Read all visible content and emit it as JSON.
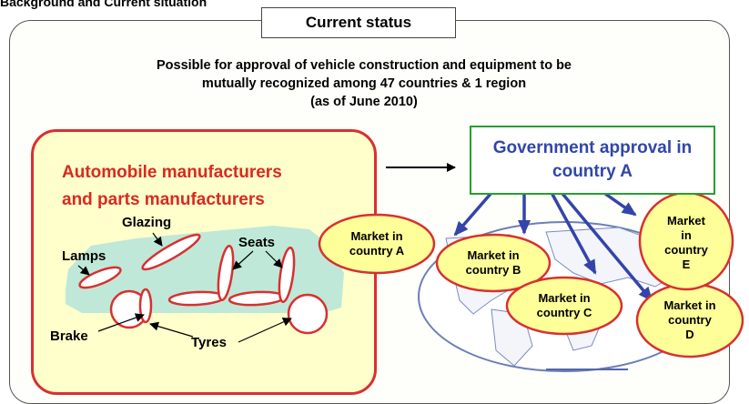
{
  "header_partial": "Background and Current situation",
  "status_tab": "Current status",
  "headline": {
    "line1": "Possible for approval of vehicle construction and equipment to be",
    "line2": "mutually recognized among 47 countries & 1 region",
    "line3": "(as of June 2010)"
  },
  "manufacturers": {
    "line1": "Automobile manufacturers",
    "line2": "and parts manufacturers"
  },
  "parts": {
    "glazing": "Glazing",
    "seats": "Seats",
    "lamps": "Lamps",
    "brake": "Brake",
    "tyres": "Tyres"
  },
  "government": {
    "line1": "Government approval in",
    "line2": "country A"
  },
  "markets": {
    "a": {
      "l1": "Market in",
      "l2": "country A"
    },
    "b": {
      "l1": "Market in",
      "l2": "country B"
    },
    "c": {
      "l1": "Market in",
      "l2": "country C"
    },
    "d": {
      "l1": "Market in",
      "l2": "country",
      "l3": "D"
    },
    "e": {
      "l1": "Market",
      "l2": "in",
      "l3": "country",
      "l4": "E"
    }
  },
  "colors": {
    "frame_fill": "#fefefa",
    "manufacturer_box": "#ffffcc",
    "manufacturer_text": "#d82a20",
    "government_border": "#26a030",
    "government_text": "#3047a8",
    "market_fill": "#ffff99",
    "market_border": "#d83030",
    "arrow_blue": "#3344aa",
    "car_silhouette": "#bfe8d8"
  }
}
